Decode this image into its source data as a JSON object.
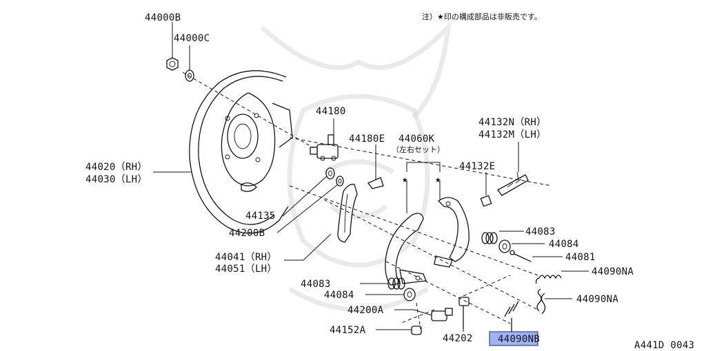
{
  "note": "注）★印の構成部品は非販売です。",
  "diagram_code": "A441D 0043",
  "star_glyph": "★",
  "highlight_color": "#9fb3f2",
  "labels": {
    "l44000B": "44000B",
    "l44000C": "44000C",
    "l44180": "44180",
    "l44180E": "44180E",
    "l44060K": "44060K",
    "l44060K_sub": "（左右セット）",
    "l44132N": "44132N（RH）",
    "l44132M": "44132M（LH）",
    "l44132E": "44132E",
    "l44020": "44020（RH）",
    "l44030": "44030（LH）",
    "l44135": "44135",
    "l44200B": "44200B",
    "l44041": "44041（RH）",
    "l44051": "44051（LH）",
    "l44083a": "44083",
    "l44084a": "44084",
    "l44081": "44081",
    "l44090NA_1": "44090NA",
    "l44090NA_2": "44090NA",
    "l44083b": "44083",
    "l44084b": "44084",
    "l44200A": "44200A",
    "l44152A": "44152A",
    "l44202": "44202",
    "l44090NB": "44090NB"
  }
}
